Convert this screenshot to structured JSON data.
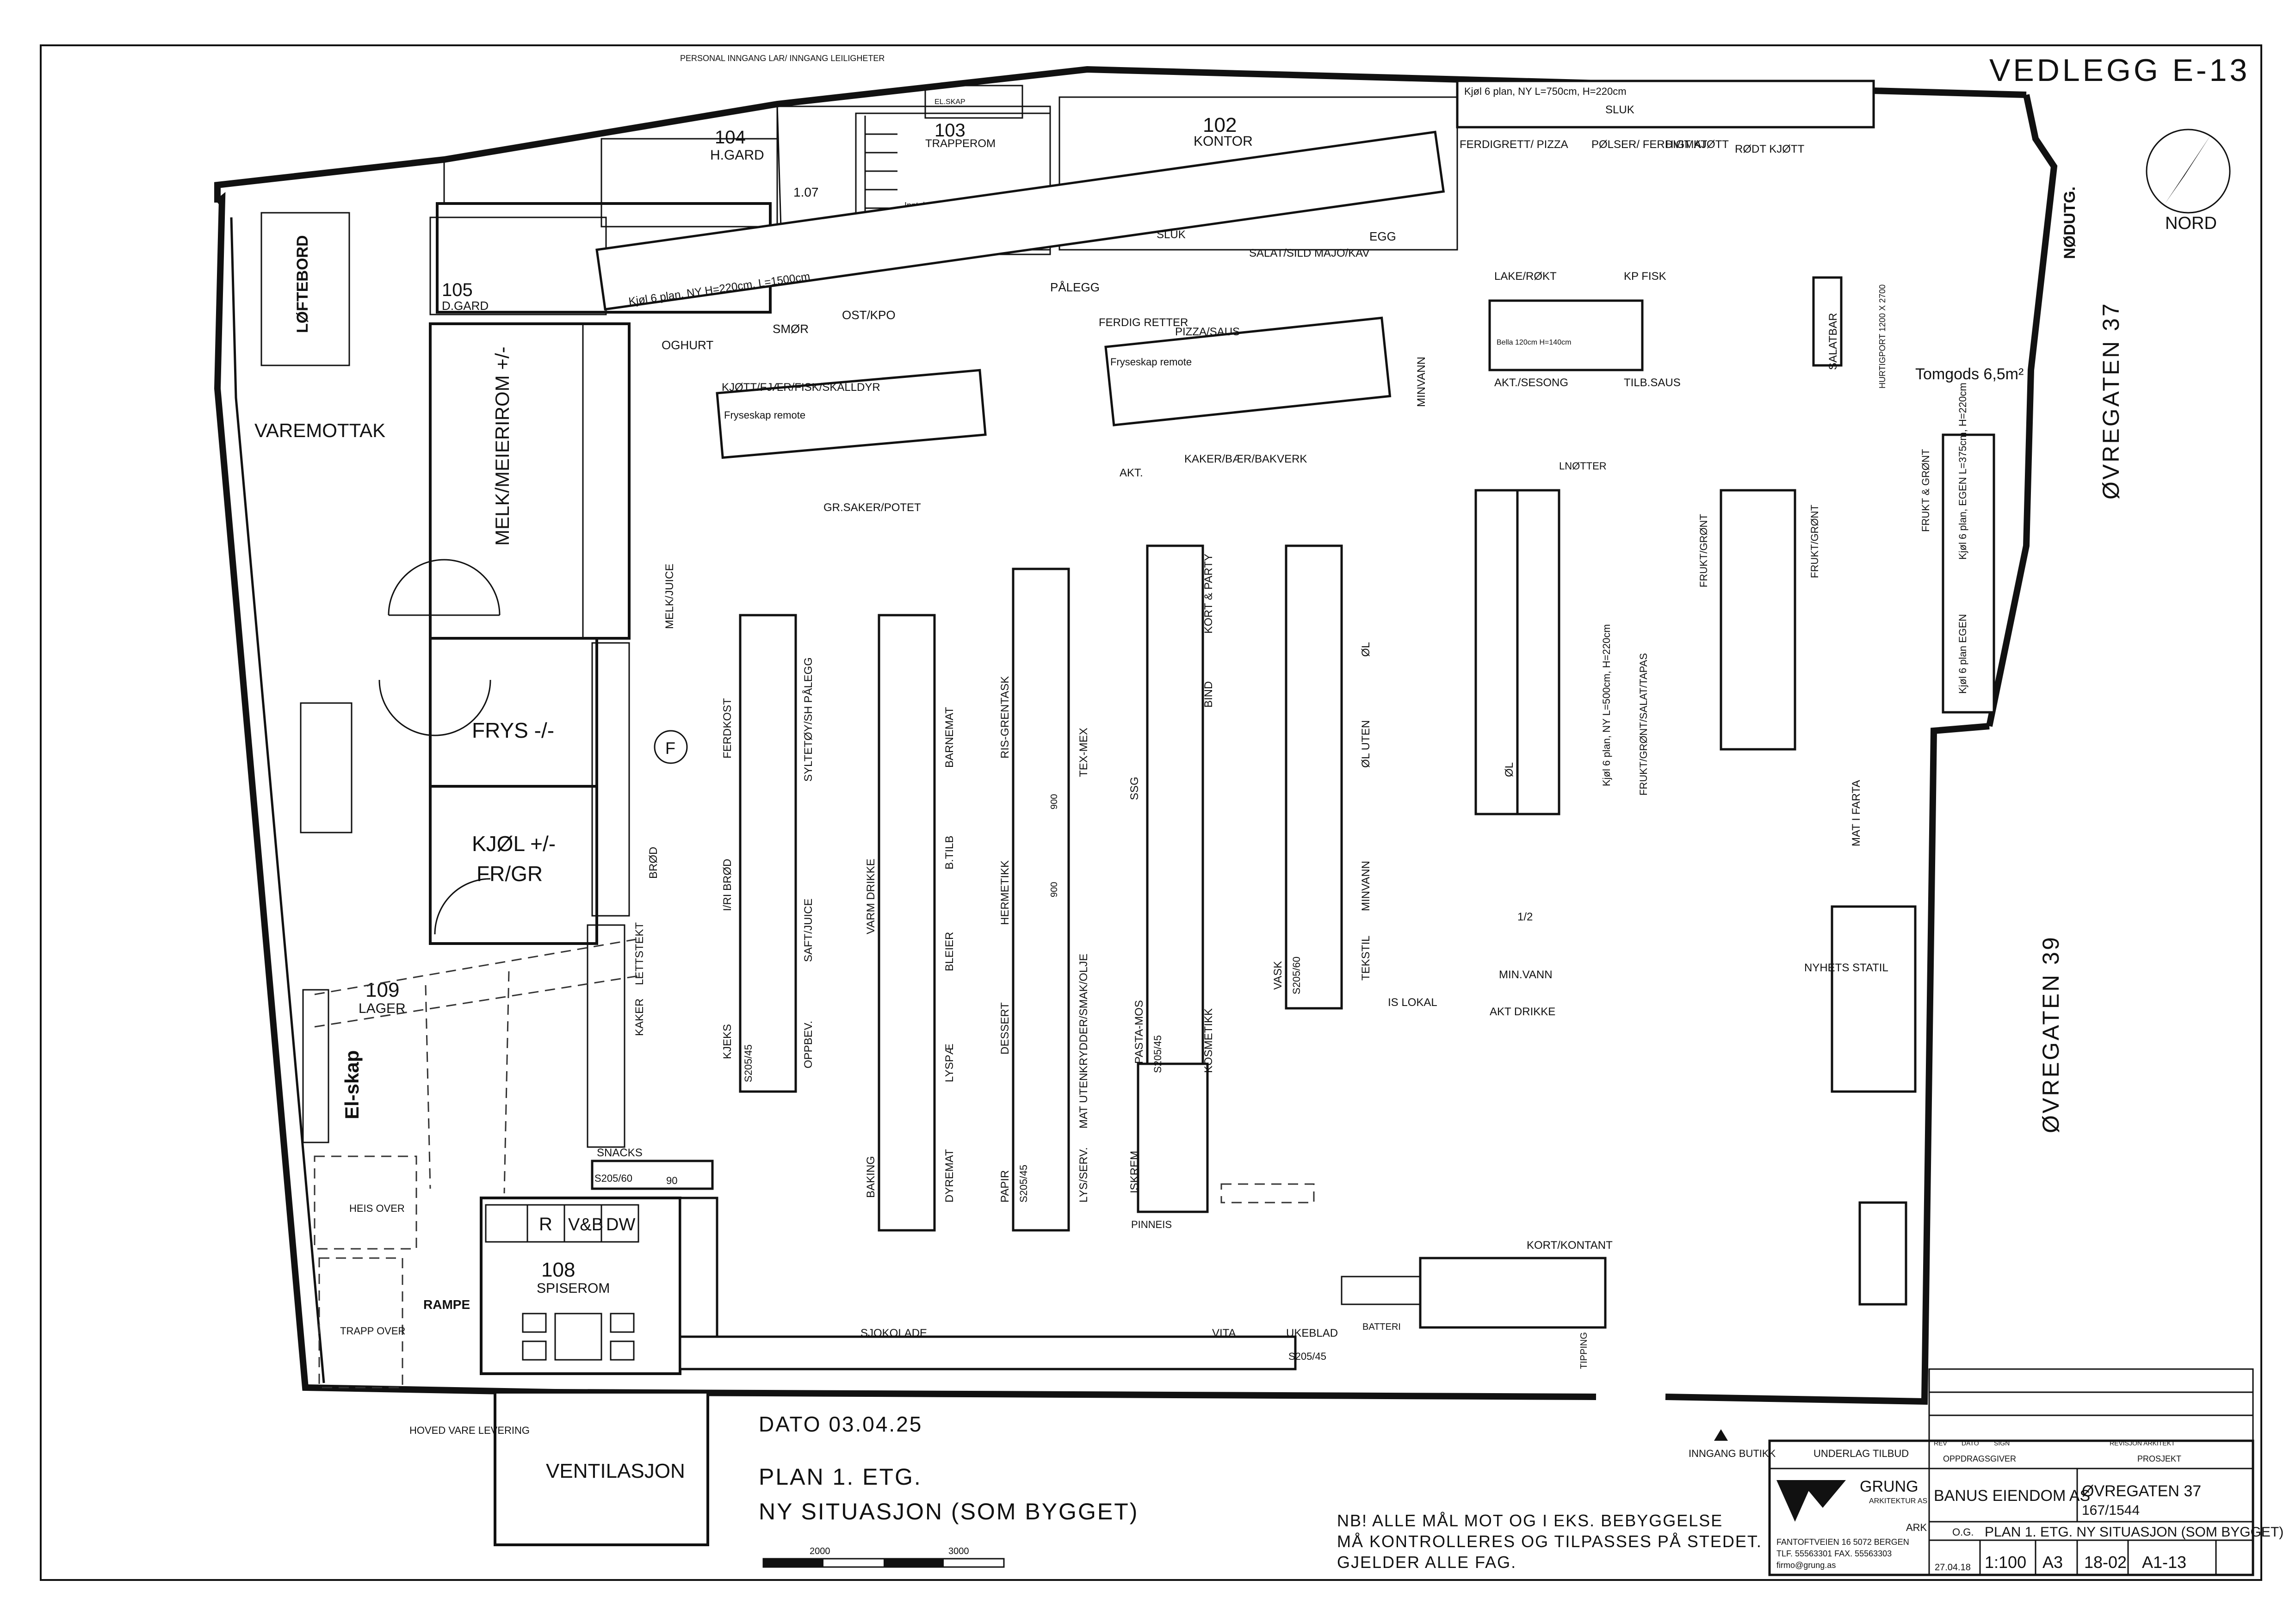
{
  "header": {
    "appendix": "VEDLEGG E-13"
  },
  "compass": {
    "label": "NORD",
    "icon": "north-arrow-icon"
  },
  "streets": {
    "s37": "ØVREGATEN 37",
    "s39": "ØVREGATEN 39",
    "emergency": "NØDUTG."
  },
  "rooms": {
    "r102_num": "102",
    "r102_name": "KONTOR",
    "r103_num": "103",
    "r103_name": "TRAPPEROM",
    "r104_num": "104",
    "r104_name": "H.GARD",
    "r105_num": "105",
    "r105_name": "D.GARD",
    "r108_num": "108",
    "r108_name": "SPISEROM",
    "r109_num": "109",
    "r109_name": "LAGER",
    "r107": "1.07",
    "vmottak": "VAREMOTTAK",
    "loftebord": "LØFTEBORD",
    "meierirom": "MELK/MEIERIROM +/-",
    "frys": "FRYS -/-",
    "kjol1": "KJØL +/-",
    "kjol2": "FR/GR",
    "elskap": "El-skap",
    "heis": "HEIS OVER",
    "trapp": "TRAPP OVER",
    "rampe": "RAMPE",
    "ventilasjon": "VENTILASJON",
    "hoved": "HOVED VARE LEVERING",
    "personal": "PERSONAL INNGANG LAR/ INNGANG LEILIGHETER",
    "el_skap_small": "EL.SKAP",
    "sprinkler": "Inntak sprinkler Felles skran",
    "tomgods": "Tomgods 6,5m²",
    "inngang": "INNGANG BUTIKK",
    "is_lokal": "IS LOKAL",
    "hurtigport": "HURTIGPORT 1200 X 2700"
  },
  "kitchen": {
    "r": "R",
    "vb": "V&B",
    "dw": "DW"
  },
  "coolers": {
    "top_right": "Kjøl 6 plan, NY L=750cm, H=220cm",
    "top_left": "Kjøl 6 plan, NY H=220cm, L=1500cm",
    "right_wall": "Kjøl 6 plan, EGEN L=375cm, H=220cm",
    "right_wall2": "Kjøl 6 plan EGEN",
    "center": "Kjøl 6 plan, NY L=500cm, H=220cm",
    "frys1": "Fryseskap remote",
    "frys2": "Fryseskap remote"
  },
  "top_row": {
    "ferdig": "FERDIGRETT/ PIZZA",
    "polser": "PØLSER/ FERDIGMAT",
    "hvit": "HVIT KJØTT",
    "rod": "RØDT KJØTT",
    "sluk": "SLUK"
  },
  "wall_row": {
    "oghurt": "OGHURT",
    "smor": "SMØR",
    "ost": "OST/KPO",
    "palegg": "PÅLEGG",
    "salat": "SALAT/SILD MAJO/KAV",
    "egg": "EGG",
    "sluk": "SLUK"
  },
  "islands": {
    "kjott": "KJØTT/FJÆR/FISK/SKALLDYR",
    "grsaker": "GR.SAKER/POTET",
    "ferdig": "FERDIG RETTER",
    "pizza": "PIZZA/SAUS",
    "kaker": "KAKER/BÆR/BAKVERK",
    "akt": "AKT.",
    "minvann": "MINVANN",
    "lake": "LAKE/RØKT",
    "kpfisk": "KP FISK",
    "aktses": "AKT./SESONG",
    "tilbsaus": "TILB.SAUS",
    "salatbar": "SALATBAR",
    "lnotter": "LNØTTER",
    "frukt1": "FRUKT/GRØNT",
    "frukt2": "FRUKT/GRØNT",
    "frukt3": "FRUKT & GRØNT",
    "frukt_salat": "FRUKT/GRØNT/SALAT/TAPAS",
    "ol": "ØL",
    "mat": "MAT I FARTA",
    "nyhet": "NYHETS STATIL",
    "akt_drikke": "AKT DRIKKE",
    "minvann2": "MIN.VANN",
    "half": "1/2",
    "bella": "Bella 120cm H=140cm"
  },
  "aisles": {
    "a1": [
      "FERDKOST",
      "I/RI BRØD",
      "KJEKS",
      "S205/45"
    ],
    "a1b": [
      "SYLTETØY/SH PÅLEGG",
      "SAFT/JUICE",
      "OPPBEV."
    ],
    "a2": [
      "VARM DRIKKE",
      "BAKING",
      "BARNEMAT",
      "B.TILB",
      "BLEIER",
      "LYSPÆ",
      "DYREMAT"
    ],
    "a3": [
      "RIS-GRENTASK",
      "HERMETIKK",
      "DESSERT",
      "PAPIR",
      "S205/45"
    ],
    "a3b": [
      "TEX-MEX",
      "900",
      "900",
      "KRYDDER/SMAK/OLJE",
      "MAT UTEN",
      "LYS/SERV."
    ],
    "a4": [
      "SSG",
      "PASTA-MOS",
      "S205/45",
      "ISKREM"
    ],
    "a4b": [
      "KORT & PARTY",
      "BIND",
      "KOSMETIKK"
    ],
    "a5": [
      "VASK",
      "S205/60"
    ],
    "a5b": [
      "ØL",
      "ØL UTEN",
      "MINVANN",
      "TEKSTIL"
    ],
    "melk": "MELK/JUICE",
    "brod": "BRØD",
    "lettstekt": "LETTSTEKT",
    "kaker": "KAKER",
    "s205_60": "S205/60",
    "ninety": "90",
    "snacks": "SNACKS",
    "sjokolade": "SJOKOLADE",
    "vita": "VITA",
    "ukeblad": "UKEBLAD",
    "batteri": "BATTERI",
    "kort": "KORT/KONTANT",
    "tipping": "TIPPING",
    "pinneis": "PINNEIS",
    "s205_45": "S205/45"
  },
  "notes": {
    "dato": "DATO 03.04.25",
    "plan": "PLAN 1. ETG.",
    "situasjon": "NY SITUASJON (SOM BYGGET)",
    "nb1": "NB! ALLE MÅL MOT OG I EKS. BEBYGGELSE",
    "nb2": "MÅ KONTROLLERES OG TILPASSES PÅ STEDET.",
    "nb3": "GJELDER ALLE FAG.",
    "scale_a": "2000",
    "scale_b": "3000"
  },
  "titleblock": {
    "underlag": "UNDERLAG TILBUD",
    "rev": "REV",
    "dato": "DATO",
    "sign": "SIGN",
    "revisjon": "REVISJON ARKITEKT",
    "oppdragsgiver": "OPPDRAGSGIVER",
    "prosjekt": "PROSJEKT",
    "firm": "GRUNG",
    "firm_sub": "ARKITEKTUR AS",
    "firm_addr": "FANTOFTVEIEN 16 5072 BERGEN",
    "firm_tlf": "TLF. 55563301 FAX. 55563303",
    "firm_mail": "firmo@grung.as",
    "client": "BANUS EIENDOM AS",
    "project": "ØVREGATEN 37",
    "gnr": "167/1544",
    "ark": "ARK",
    "title": "PLAN 1. ETG. NY SITUASJON (SOM BYGGET)",
    "tegn": "O.G.",
    "dato_val": "27.04.18",
    "scale": "1:100",
    "format": "A3",
    "prosj_nr": "18-02",
    "tegn_nr": "A1-13"
  }
}
